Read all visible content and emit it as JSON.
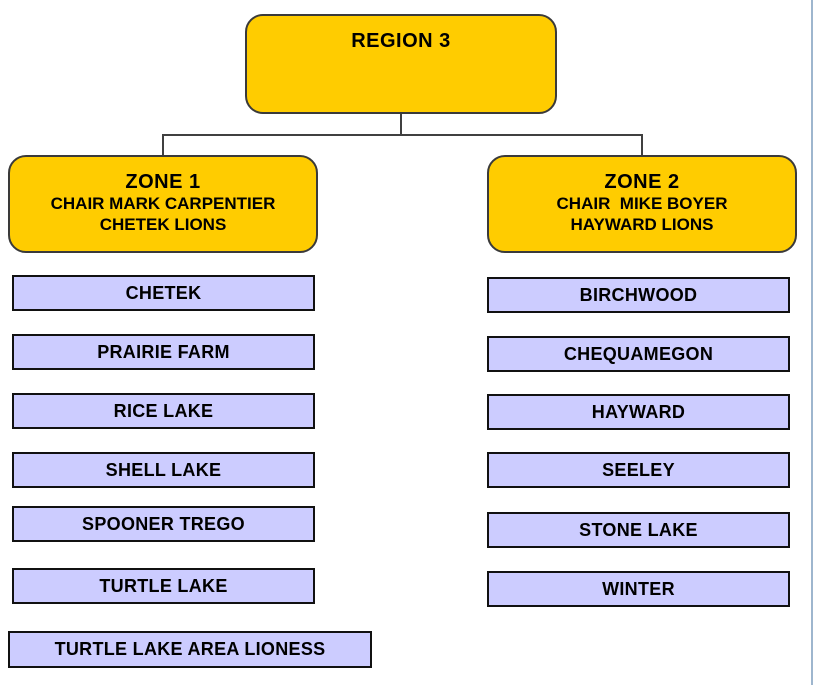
{
  "region": {
    "title": "REGION 3"
  },
  "zones": [
    {
      "name": "ZONE 1",
      "chair": "CHAIR MARK CARPENTIER",
      "chair_club": "CHETEK LIONS",
      "clubs": [
        "CHETEK",
        "PRAIRIE FARM",
        "RICE LAKE",
        "SHELL LAKE",
        "SPOONER TREGO",
        "TURTLE LAKE",
        "TURTLE LAKE AREA LIONESS"
      ]
    },
    {
      "name": "ZONE 2",
      "chair": "CHAIR  MIKE BOYER",
      "chair_club": "HAYWARD LIONS",
      "clubs": [
        "BIRCHWOOD",
        "CHEQUAMEGON",
        "HAYWARD",
        "SEELEY",
        "STONE LAKE",
        "WINTER"
      ]
    }
  ],
  "colors": {
    "node_fill": "#FFCC00",
    "club_fill": "#CCCCFF",
    "node_border": "#3A3A3A",
    "club_border": "#111111",
    "connector": "#404040",
    "page_edge": "#9EB6CE"
  }
}
